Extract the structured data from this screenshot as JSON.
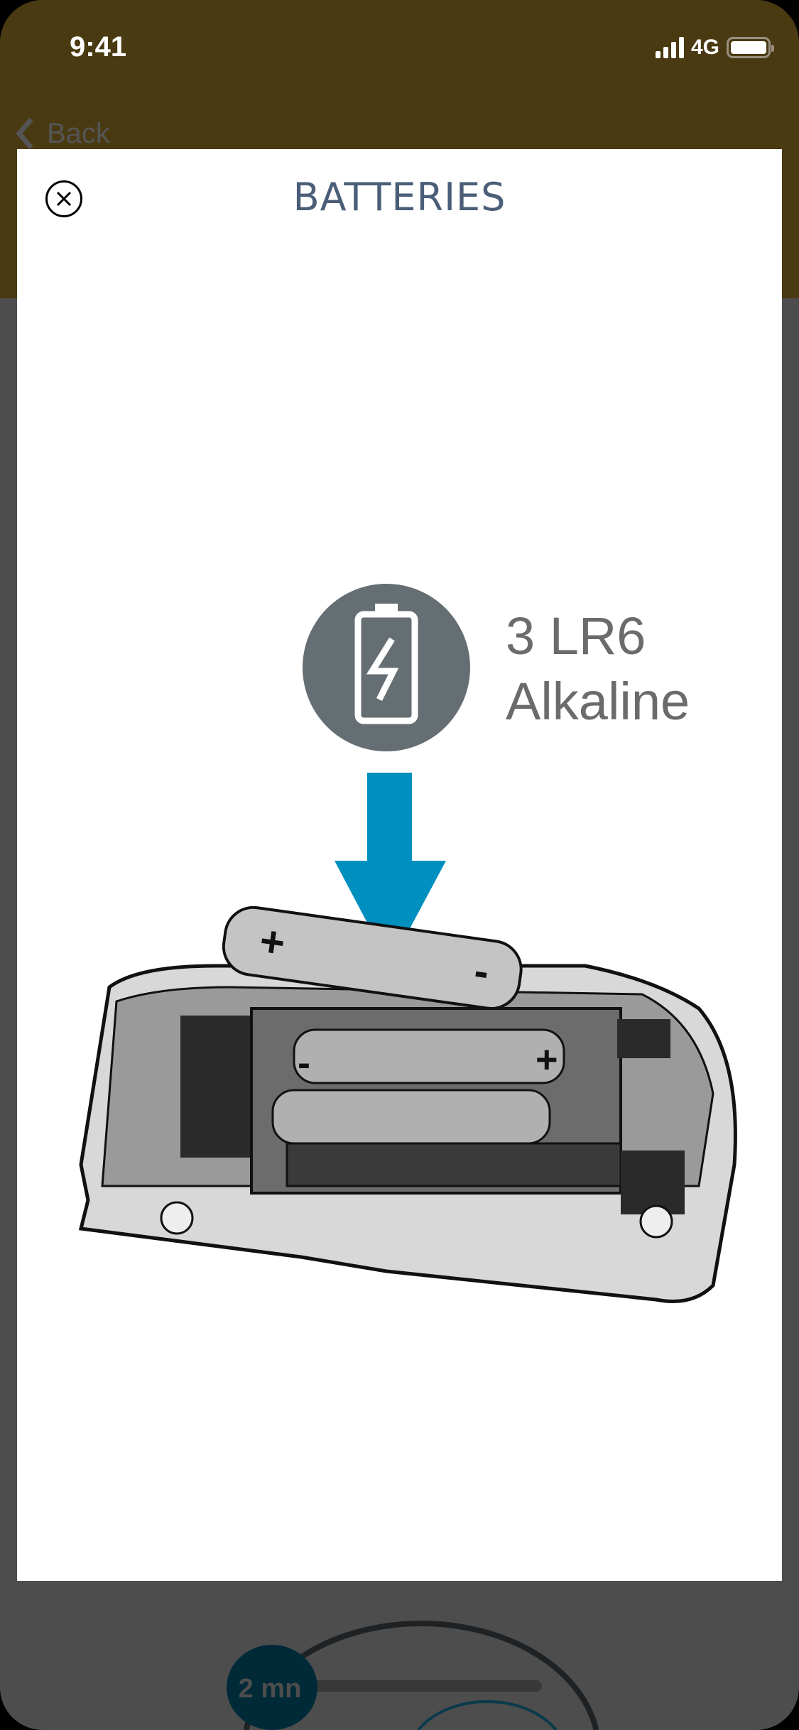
{
  "status_bar": {
    "time": "9:41",
    "network": "4G"
  },
  "nav": {
    "back_label": "Back"
  },
  "modal": {
    "title": "BATTERIES",
    "battery_spec": {
      "line1": "3 LR6",
      "line2": "Alkaline"
    }
  },
  "background": {
    "timer_badge": "2 mn"
  },
  "colors": {
    "header": "#4a3a12",
    "title": "#4a5e78",
    "arrow": "#0090c0",
    "icon_circle": "#646e73"
  }
}
